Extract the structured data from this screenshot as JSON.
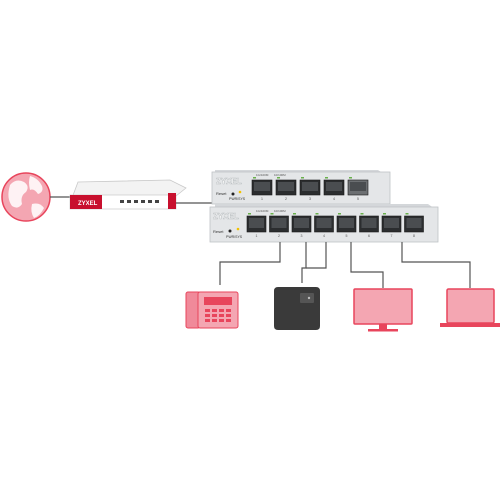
{
  "colors": {
    "accent": "#e8455c",
    "accent_dark": "#c8102e",
    "line": "#555555",
    "switch_body": "#e4e6e8",
    "nas": "#333333"
  },
  "router": {
    "brand": "ZYXEL"
  },
  "switch_top": {
    "brand": "ZYXEL",
    "reset_label": "Reset",
    "pwr_label": "PWR/SYS",
    "led_label_1": "1G/100M",
    "led_label_2": "10/100M",
    "ports": [
      "1",
      "2",
      "3",
      "4",
      "5"
    ]
  },
  "switch_bottom": {
    "brand": "ZYXEL",
    "reset_label": "Reset",
    "pwr_label": "PWR/SYS",
    "led_label_1": "1G/100M",
    "led_label_2": "10/100M",
    "ports": [
      "1",
      "2",
      "3",
      "4",
      "5",
      "6",
      "7",
      "8"
    ]
  },
  "devices": {
    "icons": [
      "ip-phone-icon",
      "nas-icon",
      "monitor-icon",
      "laptop-icon"
    ]
  }
}
